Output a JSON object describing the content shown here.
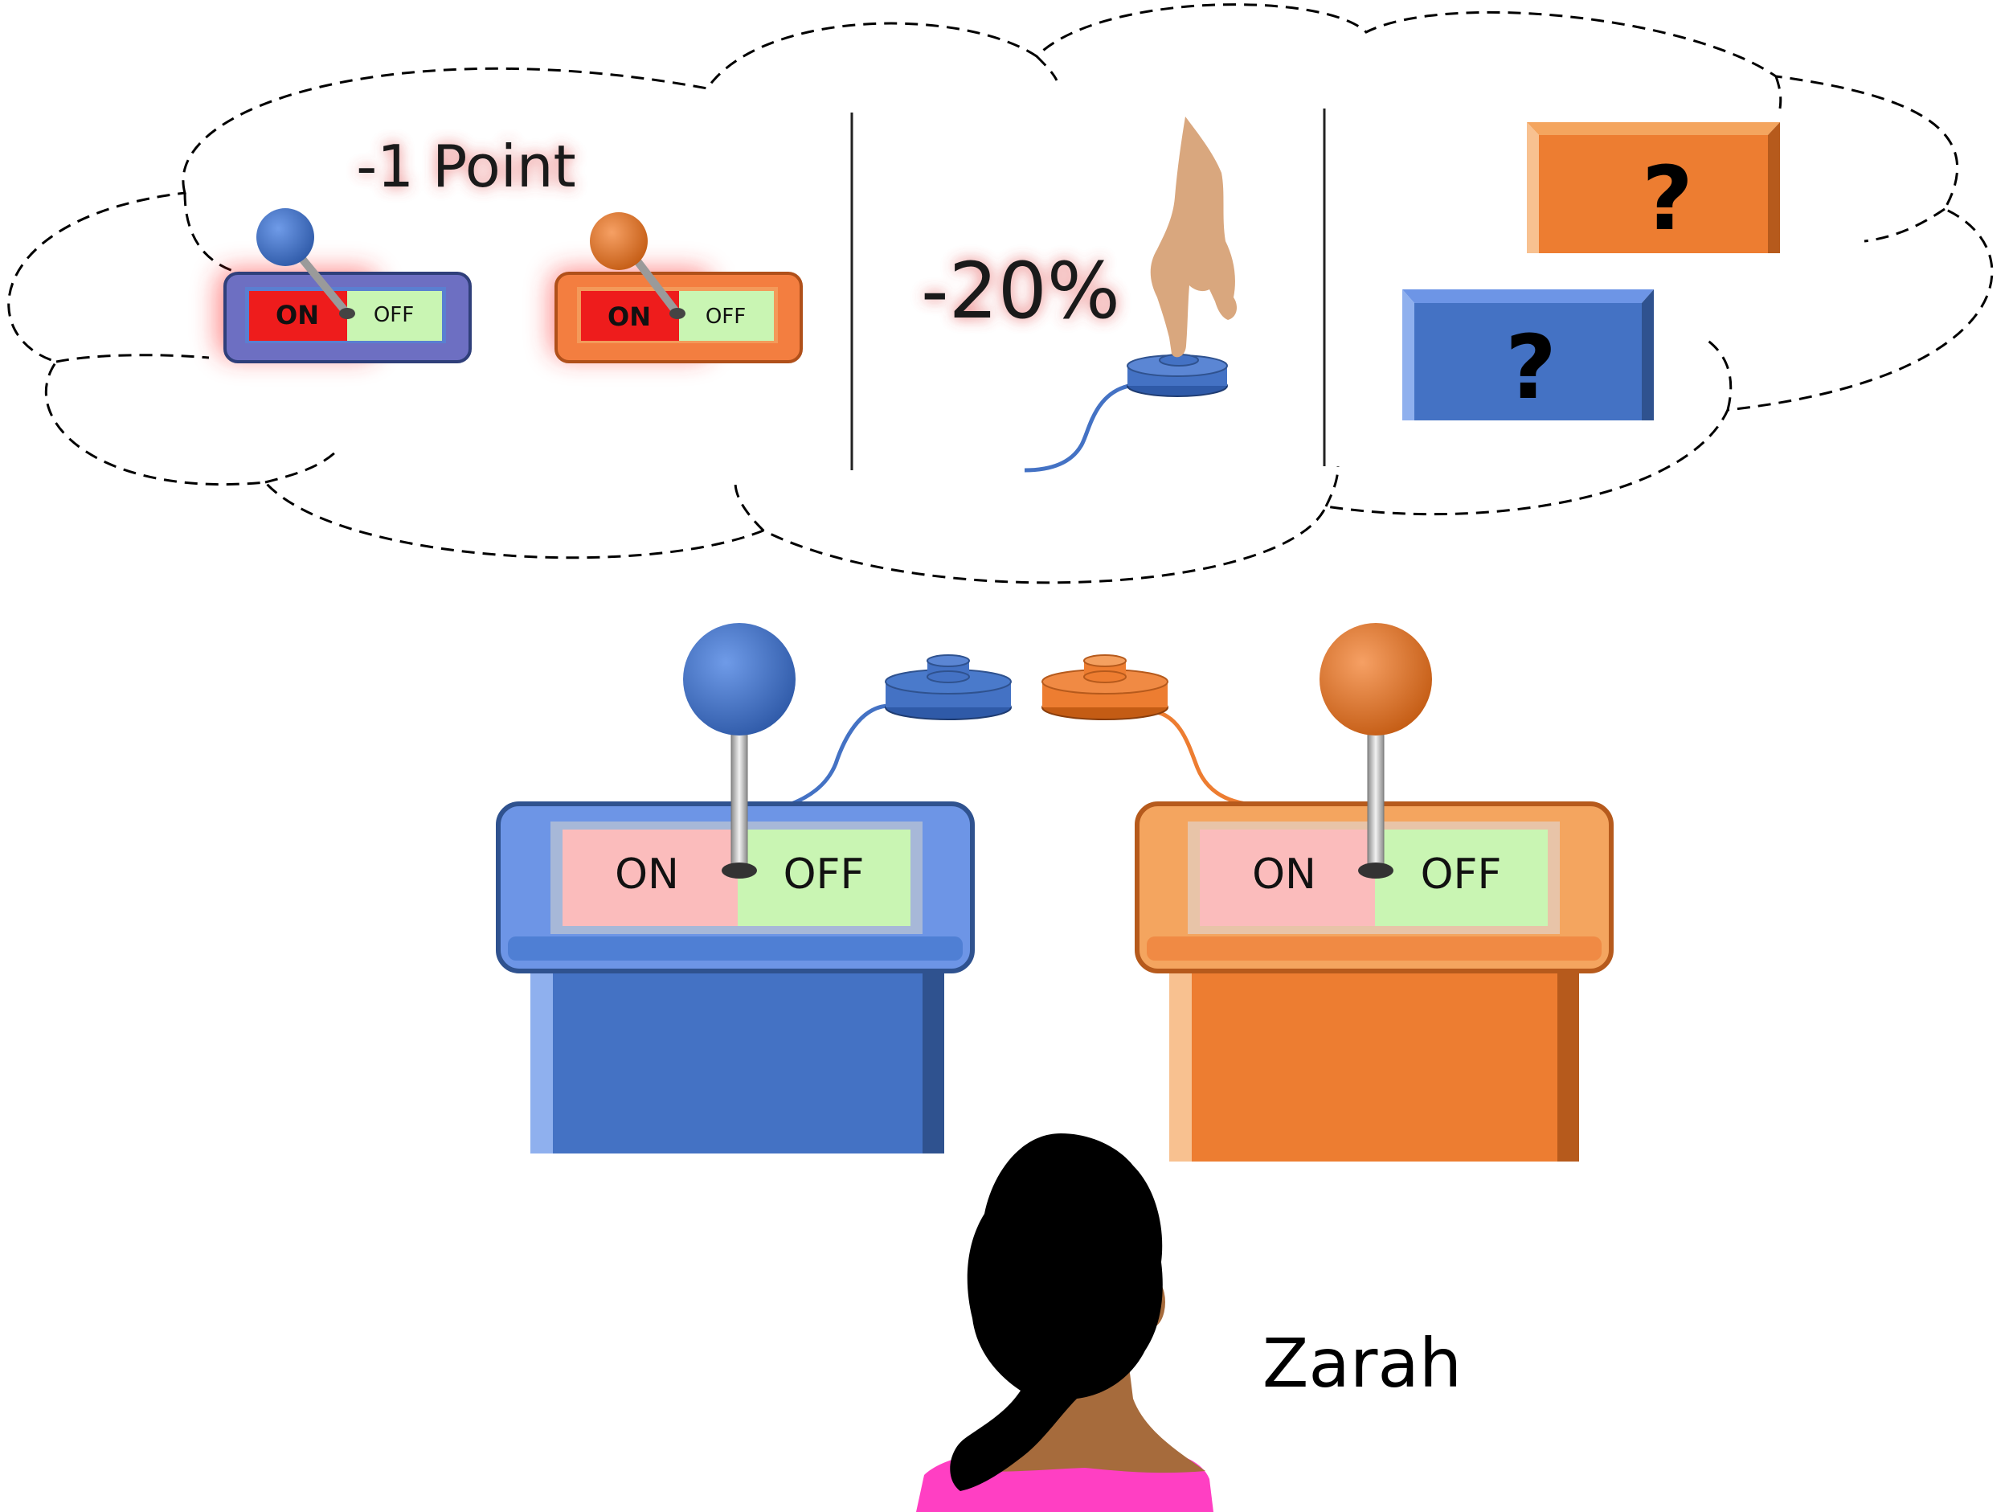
{
  "thought": {
    "penalty_label": "-1 Point",
    "percent_label": "-20%",
    "mini_switch_blue": {
      "on": "ON",
      "off": "OFF"
    },
    "mini_switch_orange": {
      "on": "ON",
      "off": "OFF"
    },
    "unknown_orange_mark": "?",
    "unknown_blue_mark": "?"
  },
  "machines": {
    "blue": {
      "on": "ON",
      "off": "OFF"
    },
    "orange": {
      "on": "ON",
      "off": "OFF"
    }
  },
  "person": {
    "name": "Zarah"
  },
  "colors": {
    "blue": "#4472c4",
    "blue_light": "#6d95e6",
    "blue_dark": "#2f528f",
    "orange": "#ed7d31",
    "orange_light": "#f4a55f",
    "orange_dark": "#b65a1c",
    "on_active": "#ee1c1c",
    "on_pale": "#fbbcbc",
    "off_pale": "#c9f5b3",
    "skin": "#d9a77e",
    "shirt": "#ff3fc3"
  }
}
